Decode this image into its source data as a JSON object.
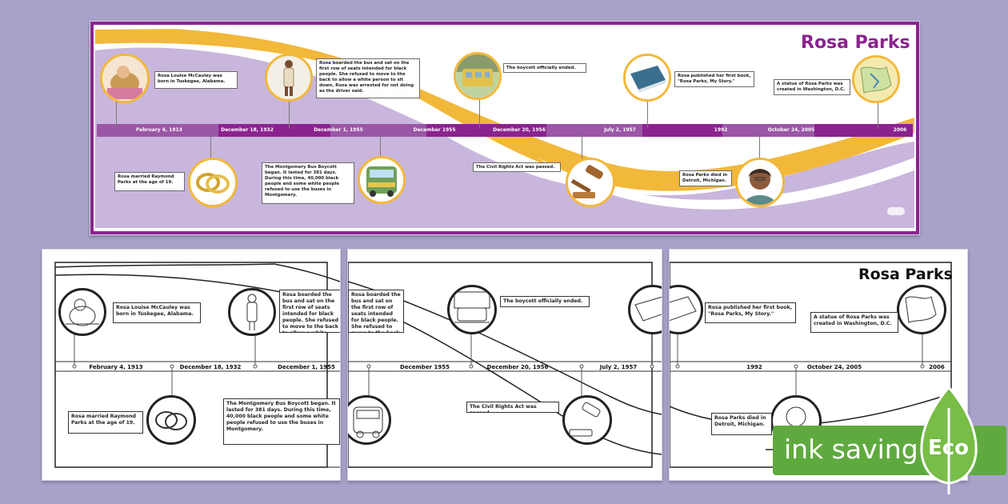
{
  "title": "Rosa Parks",
  "dates": [
    "February 4, 1913",
    "December 18, 1932",
    "December 1, 1955",
    "December 1955",
    "December 20, 1956",
    "July 2, 1957",
    "1992",
    "October 24, 2005",
    "2006"
  ],
  "events": {
    "born": "Rosa Louise McCauley was born in Tuskegee, Alabama.",
    "married": "Rosa married Raymond Parks at the age of 19.",
    "bus_seat": "Rosa boarded the bus and sat on the first row of seats intended for black people. She refused to move to the back to allow a white person to sit down. Rosa was arrested for not doing as the driver said.",
    "boycott_began": "The Montgomery Bus Boycott began. It lasted for 381 days. During this time, 40,000 black people and some white people refused to use the buses in Montgomery.",
    "boycott_ended": "The boycott officially ended.",
    "civil_rights": "The Civil Rights Act was passed.",
    "book": "Rosa published her first book, \"Rosa Parks, My Story.\"",
    "died": "Rosa Parks died in Detroit, Michigan.",
    "statue": "A statue of Rosa Parks was created in Washington, D.C."
  },
  "badge": {
    "label": "ink saving",
    "eco": "Eco"
  },
  "colors": {
    "purple": "#8b238f",
    "lilac": "#c9b6dc",
    "gold": "#f2b83a",
    "background": "#a8a2cb",
    "eco_green": "#5faa3e"
  }
}
